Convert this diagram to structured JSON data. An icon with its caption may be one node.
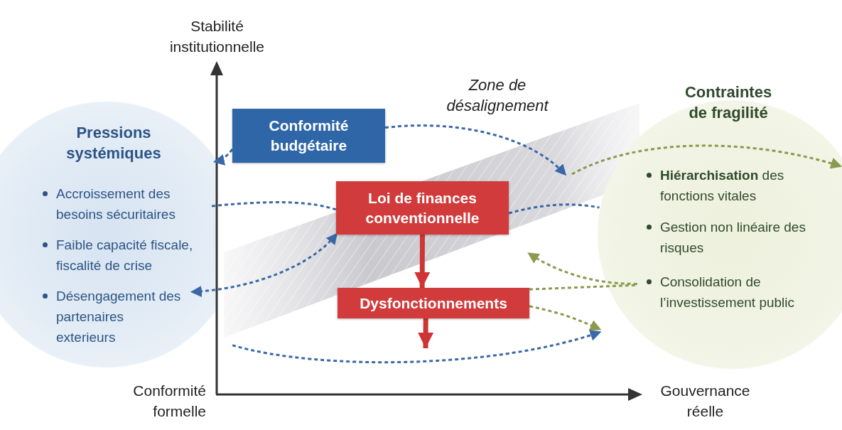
{
  "diagram": {
    "nodes": [
      {
        "text": [
          "Pressions systémiques"
        ]
      },
      {
        "text": [
          "Accroissement des besoins sécuritaires"
        ],
        "in": 0
      },
      {
        "text": [
          "Faible capacité fiscale, fiscalité de crise"
        ],
        "in": 0
      },
      {
        "text": [
          "Désengagement des partenaires exterieurs"
        ],
        "in": 0
      },
      {
        "text": [
          "Conformité budgétaire"
        ]
      },
      {
        "text": [
          "Loi de finances conventionnelle"
        ]
      },
      {
        "text": [
          "Dysfonctionnements"
        ]
      },
      {
        "text": [
          "Contraintes de fragilité"
        ]
      },
      {
        "text": [
          "**Hiérarchisation** des fonctions vitales"
        ],
        "in": 7
      },
      {
        "text": [
          "Gestion non linéaire des risques"
        ],
        "in": 7
      },
      {
        "text": [
          "Consolidation de l’investissement public"
        ],
        "in": 7
      }
    ],
    "edges": [
      {
        "from": 4,
        "to": 0,
        "arrow": "to",
        "style": "dashed"
      },
      {
        "from": 4,
        "to": null,
        "arrow": "to",
        "style": "dashed"
      },
      {
        "from": null,
        "to": 7,
        "arrow": "to",
        "style": "dashed",
        "color": "#8a9a4e"
      },
      {
        "from": 1,
        "to": 5,
        "arrow": "none",
        "style": "dashed"
      },
      {
        "from": 5,
        "to": 7,
        "arrow": "none",
        "style": "dashed"
      },
      {
        "from": 3,
        "to": 5,
        "arrow": "both",
        "style": "dashed"
      },
      {
        "from": 10,
        "to": null,
        "arrow": "to",
        "style": "dashed",
        "color": "#8a9a4e"
      },
      {
        "from": 6,
        "to": 10,
        "arrow": "none",
        "style": "dashed",
        "color": "#8a9a4e"
      },
      {
        "from": 6,
        "to": 7,
        "arrow": "to",
        "style": "dashed",
        "color": "#8a9a4e"
      },
      {
        "from": 0,
        "to": 7,
        "arrow": "to",
        "style": "dashed"
      },
      {
        "from": 5,
        "to": 6,
        "arrow": "to",
        "style": "thick",
        "color": "#d03535"
      },
      {
        "from": 6,
        "to": null,
        "arrow": "to",
        "style": "thick",
        "color": "#d03535"
      }
    ],
    "labels": [
      "Stabilité institutionnelle",
      "Zone de désalignement",
      "Conformité formelle",
      "Gouvernance réelle"
    ]
  }
}
